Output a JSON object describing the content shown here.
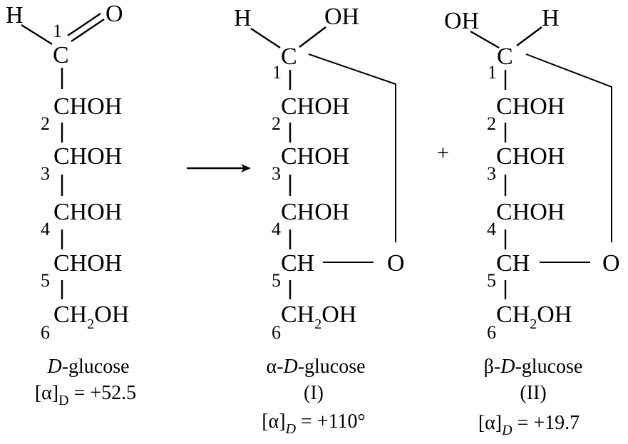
{
  "structures": [
    {
      "id": "d-glucose",
      "top_left": "H",
      "top_right": "O",
      "carbons": [
        "C",
        "CHOH",
        "CHOH",
        "CHOH",
        "CHOH",
        "CH2OH"
      ],
      "numbers": [
        "1",
        "2",
        "3",
        "4",
        "5",
        "6"
      ],
      "name_prefix": "",
      "name_italic": "D",
      "name_rest": "-glucose",
      "label": "",
      "rotation": {
        "bracket": "[α]",
        "sub": "D",
        "value": " = +52.5"
      }
    },
    {
      "id": "alpha-d-glucose",
      "top_left": "H",
      "top_right": "OH",
      "carbons": [
        "C",
        "CHOH",
        "CHOH",
        "CHOH",
        "CH",
        "CH2OH"
      ],
      "ring_oxygen": "O",
      "numbers": [
        "1",
        "2",
        "3",
        "4",
        "5",
        "6"
      ],
      "name_prefix": "α-",
      "name_italic": "D",
      "name_rest": "-glucose",
      "label": "(I)",
      "rotation": {
        "bracket": "[α]",
        "sub": "D",
        "value": " = +110°"
      }
    },
    {
      "id": "beta-d-glucose",
      "top_left": "OH",
      "top_right": "H",
      "carbons": [
        "C",
        "CHOH",
        "CHOH",
        "CHOH",
        "CH",
        "CH2OH"
      ],
      "ring_oxygen": "O",
      "numbers": [
        "1",
        "2",
        "3",
        "4",
        "5",
        "6"
      ],
      "name_prefix": "β-",
      "name_italic": "D",
      "name_rest": "-glucose",
      "label": "(II)",
      "rotation": {
        "bracket": "[α]",
        "sub": "D",
        "value": " = +19.7"
      }
    }
  ],
  "plus_sign": "+",
  "arrow_icon": "right-arrow-icon"
}
